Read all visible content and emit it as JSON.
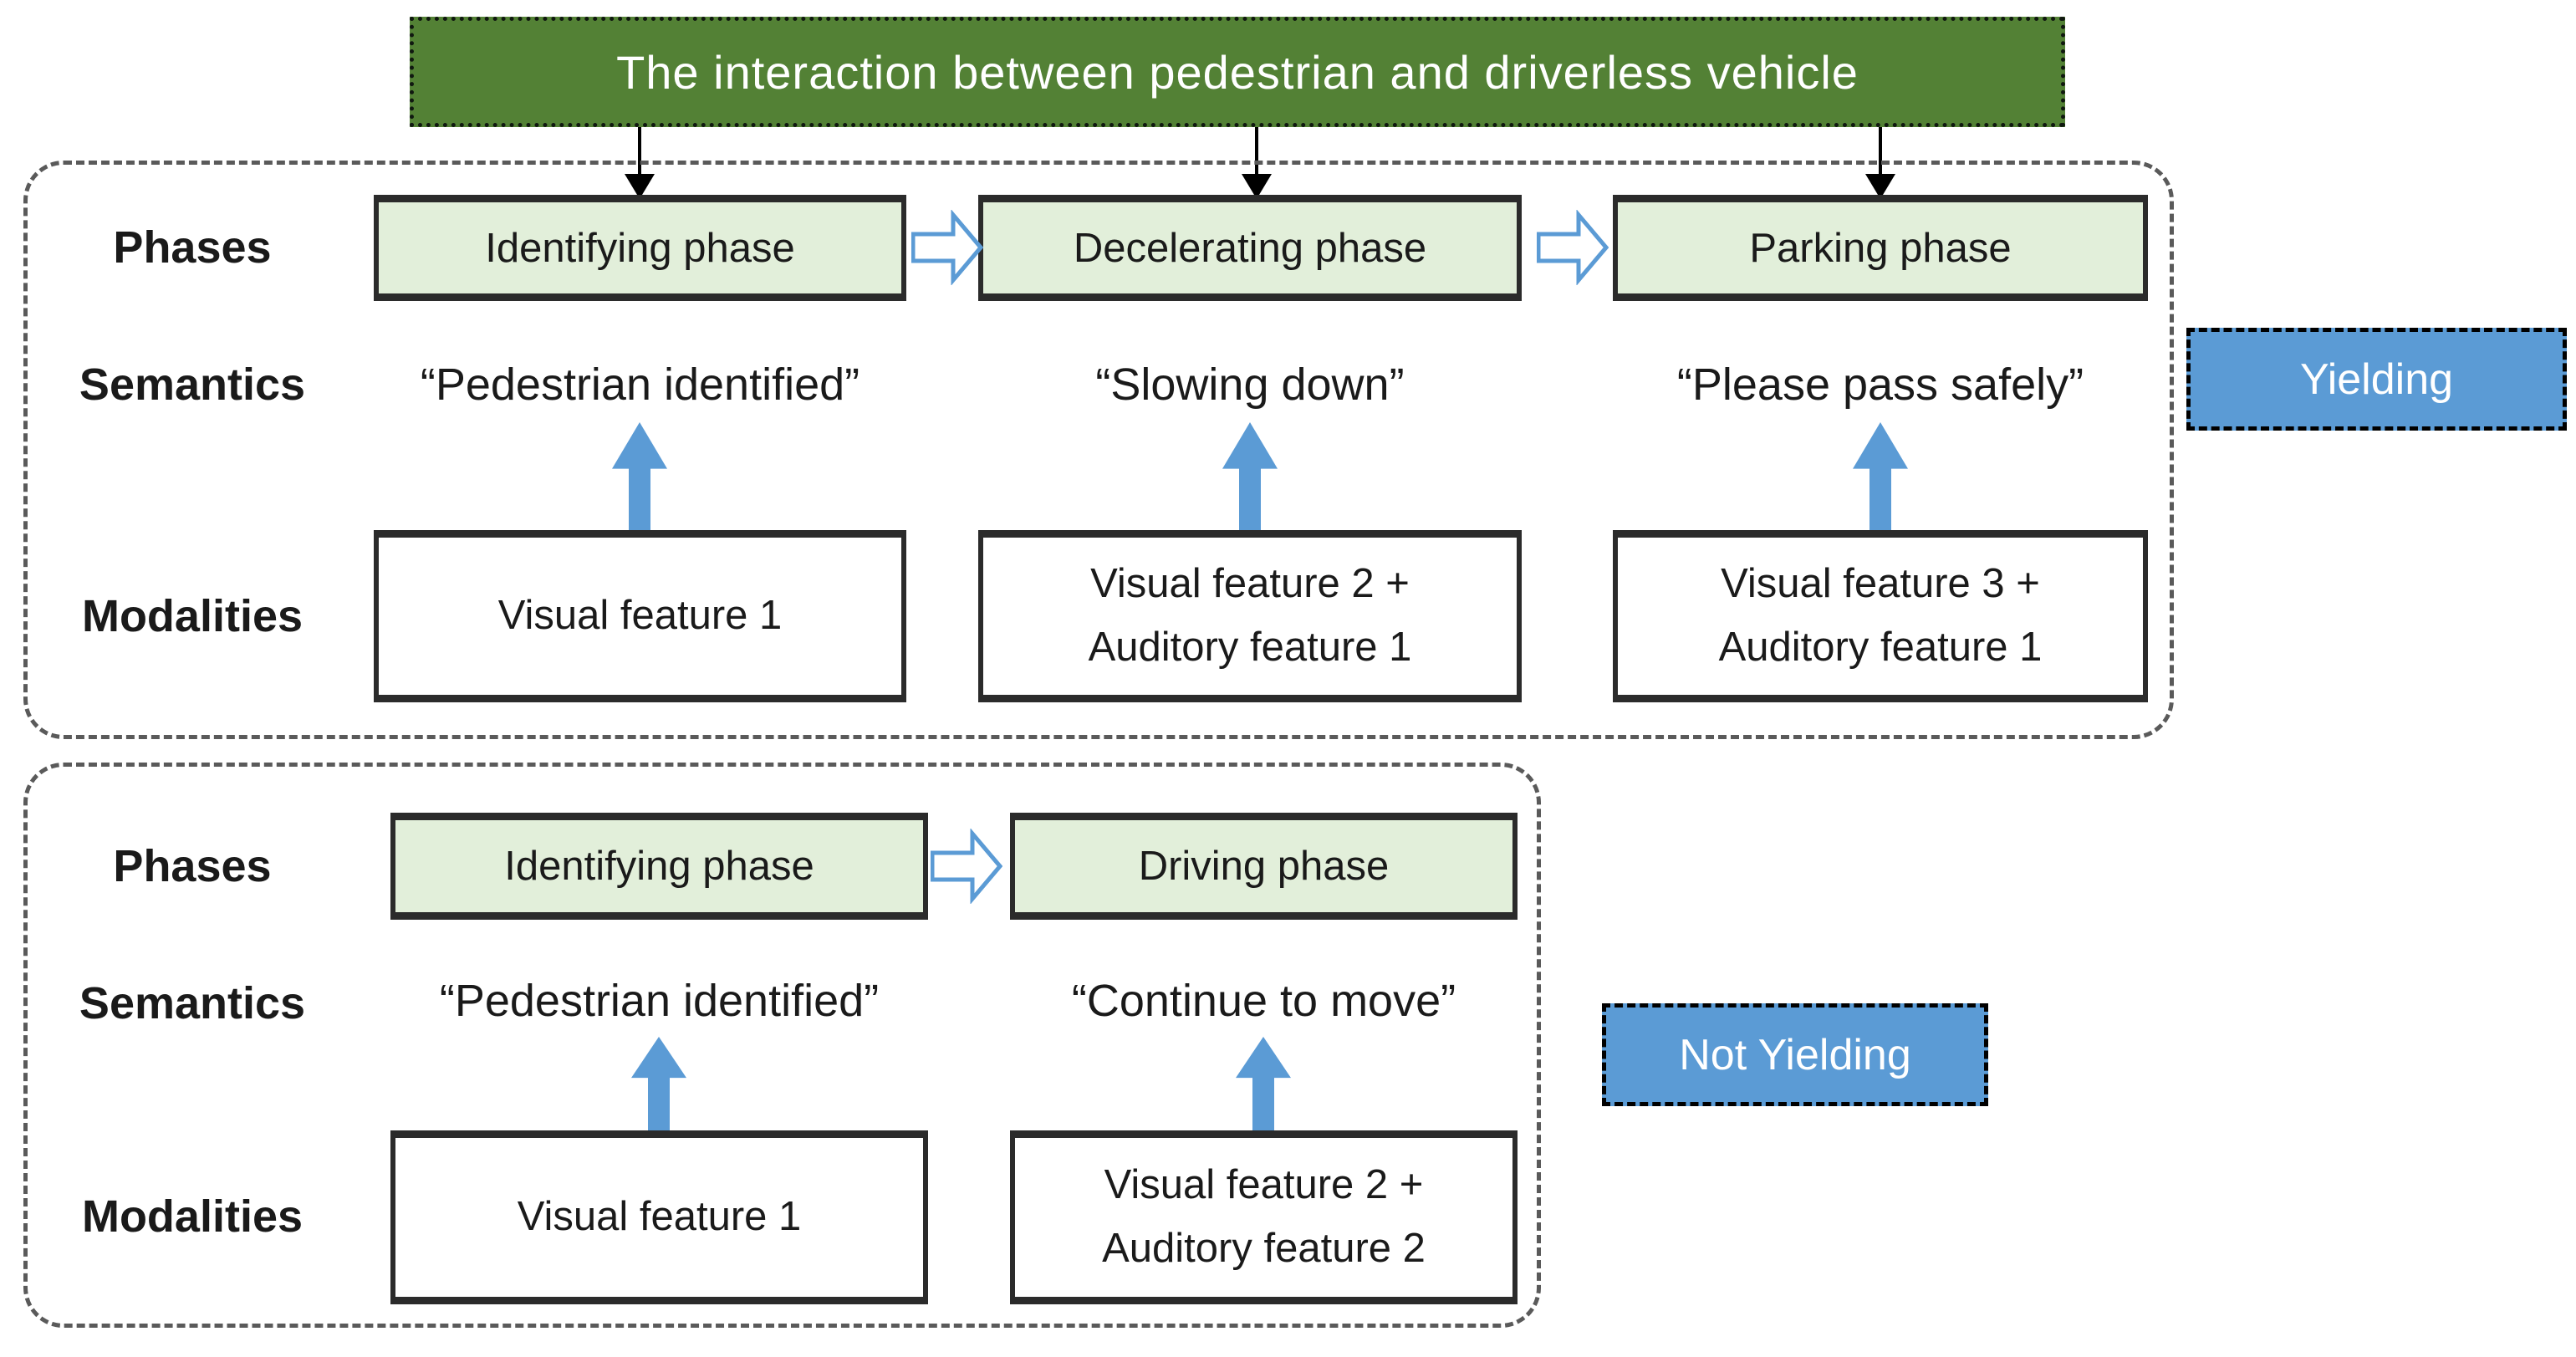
{
  "title": "The interaction between pedestrian and driverless vehicle",
  "row_labels": {
    "phases": "Phases",
    "semantics": "Semantics",
    "modalities": "Modalities"
  },
  "yielding": {
    "badge": "Yielding",
    "phases": [
      "Identifying phase",
      "Decelerating phase",
      "Parking phase"
    ],
    "semantics": [
      "“Pedestrian identified”",
      "“Slowing down”",
      "“Please pass safely”"
    ],
    "modalities": [
      "Visual feature 1",
      "Visual feature 2 +\nAuditory feature 1",
      "Visual feature 3 +\nAuditory feature 1"
    ]
  },
  "not_yielding": {
    "badge": "Not Yielding",
    "phases": [
      "Identifying phase",
      "Driving phase"
    ],
    "semantics": [
      "“Pedestrian identified”",
      "“Continue to move”"
    ],
    "modalities": [
      "Visual feature 1",
      "Visual feature 2 +\nAuditory feature 2"
    ]
  },
  "colors": {
    "title_background": "#538135",
    "phase_box_background": "#e2efda",
    "accent_blue": "#5b9bd5",
    "box_border": "#2b2b2b",
    "container_dash": "#5a5a5a"
  }
}
